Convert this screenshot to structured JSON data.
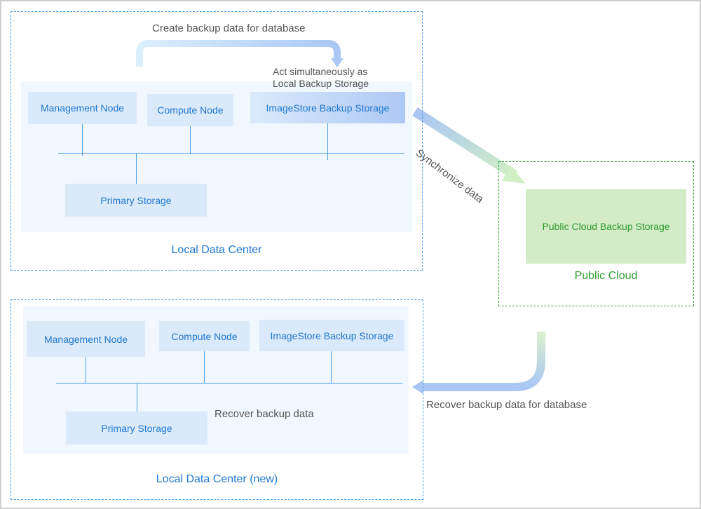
{
  "local_dc": {
    "caption": "Local Data Center",
    "management_node": "Management Node",
    "compute_node": "Compute Node",
    "imagestore": "ImageStore Backup Storage",
    "primary_storage": "Primary Storage",
    "create_backup_label": "Create backup data for database",
    "act_note_line1": "Act simultaneously as",
    "act_note_line2": "Local Backup Storage"
  },
  "public_cloud": {
    "caption": "Public Cloud",
    "storage": "Public Cloud Backup Storage"
  },
  "sync_label": "Synchronize data",
  "recover_db_label": "Recover backup data for database",
  "new_dc": {
    "caption": "Local Data Center (new)",
    "management_node": "Management Node",
    "compute_node": "Compute Node",
    "imagestore": "ImageStore Backup Storage",
    "primary_storage": "Primary Storage",
    "recover_label": "Recover backup data"
  },
  "colors": {
    "blue_accent": "#1f78cf",
    "dashed_blue": "#4a9ee6",
    "green_accent": "#2e9a2e",
    "node_fill": "#dbeafb",
    "pc_fill": "#d3ebc6"
  }
}
